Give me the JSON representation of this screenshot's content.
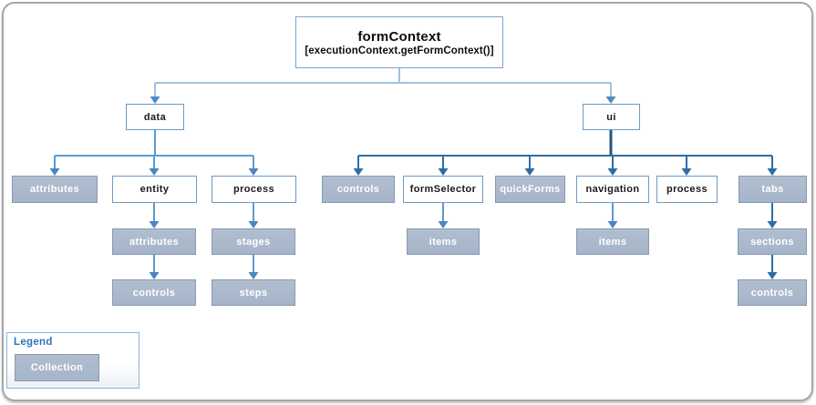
{
  "diagram": {
    "root": {
      "title": "formContext",
      "subtitle": "[executionContext.getFormContext()]"
    },
    "nodes": {
      "data": "data",
      "ui": "ui",
      "data_attributes": "attributes",
      "data_entity": "entity",
      "data_process": "process",
      "entity_attributes": "attributes",
      "entity_controls": "controls",
      "process_stages": "stages",
      "process_steps": "steps",
      "ui_controls": "controls",
      "ui_formSelector": "formSelector",
      "ui_quickForms": "quickForms",
      "ui_navigation": "navigation",
      "ui_process": "process",
      "ui_tabs": "tabs",
      "formSelector_items": "items",
      "navigation_items": "items",
      "tabs_sections": "sections",
      "tabs_controls": "controls"
    },
    "legend": {
      "title": "Legend",
      "collection_label": "Collection"
    },
    "colors": {
      "collection_fill": "#a9b7cd",
      "collection_border": "#8799b1",
      "object_node_border": "#6a9ac8",
      "connector_light": "#9dc3e6",
      "connector_medium": "#5b9bd5",
      "connector_dark": "#2e6da4",
      "ui_stub_dark": "#27547f",
      "legend_title_color": "#2e75b6",
      "outer_frame": "#a6a6a6"
    }
  }
}
